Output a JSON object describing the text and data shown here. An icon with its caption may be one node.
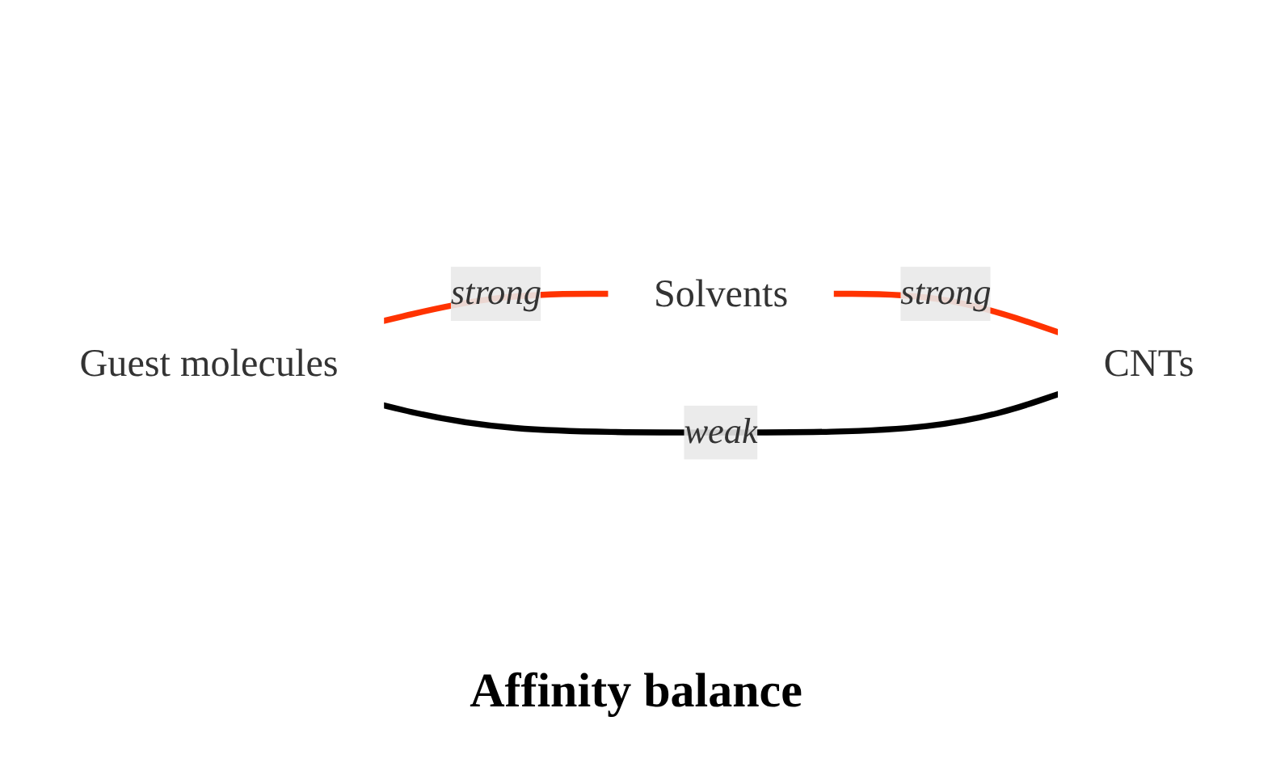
{
  "diagram": {
    "nodes": [
      {
        "text": [
          "Solvents"
        ]
      },
      {
        "text": [
          "Guest molecules"
        ]
      },
      {
        "text": [
          "CNTs"
        ]
      }
    ],
    "edges": [
      {
        "from": 1,
        "to": 0,
        "arrow": "none",
        "label": "strong"
      },
      {
        "from": 0,
        "to": 2,
        "arrow": "none",
        "label": "strong"
      },
      {
        "from": 1,
        "to": 2,
        "arrow": "none",
        "label": "weak",
        "color": "#000000"
      }
    ],
    "labels": [
      "Affinity balance"
    ]
  }
}
